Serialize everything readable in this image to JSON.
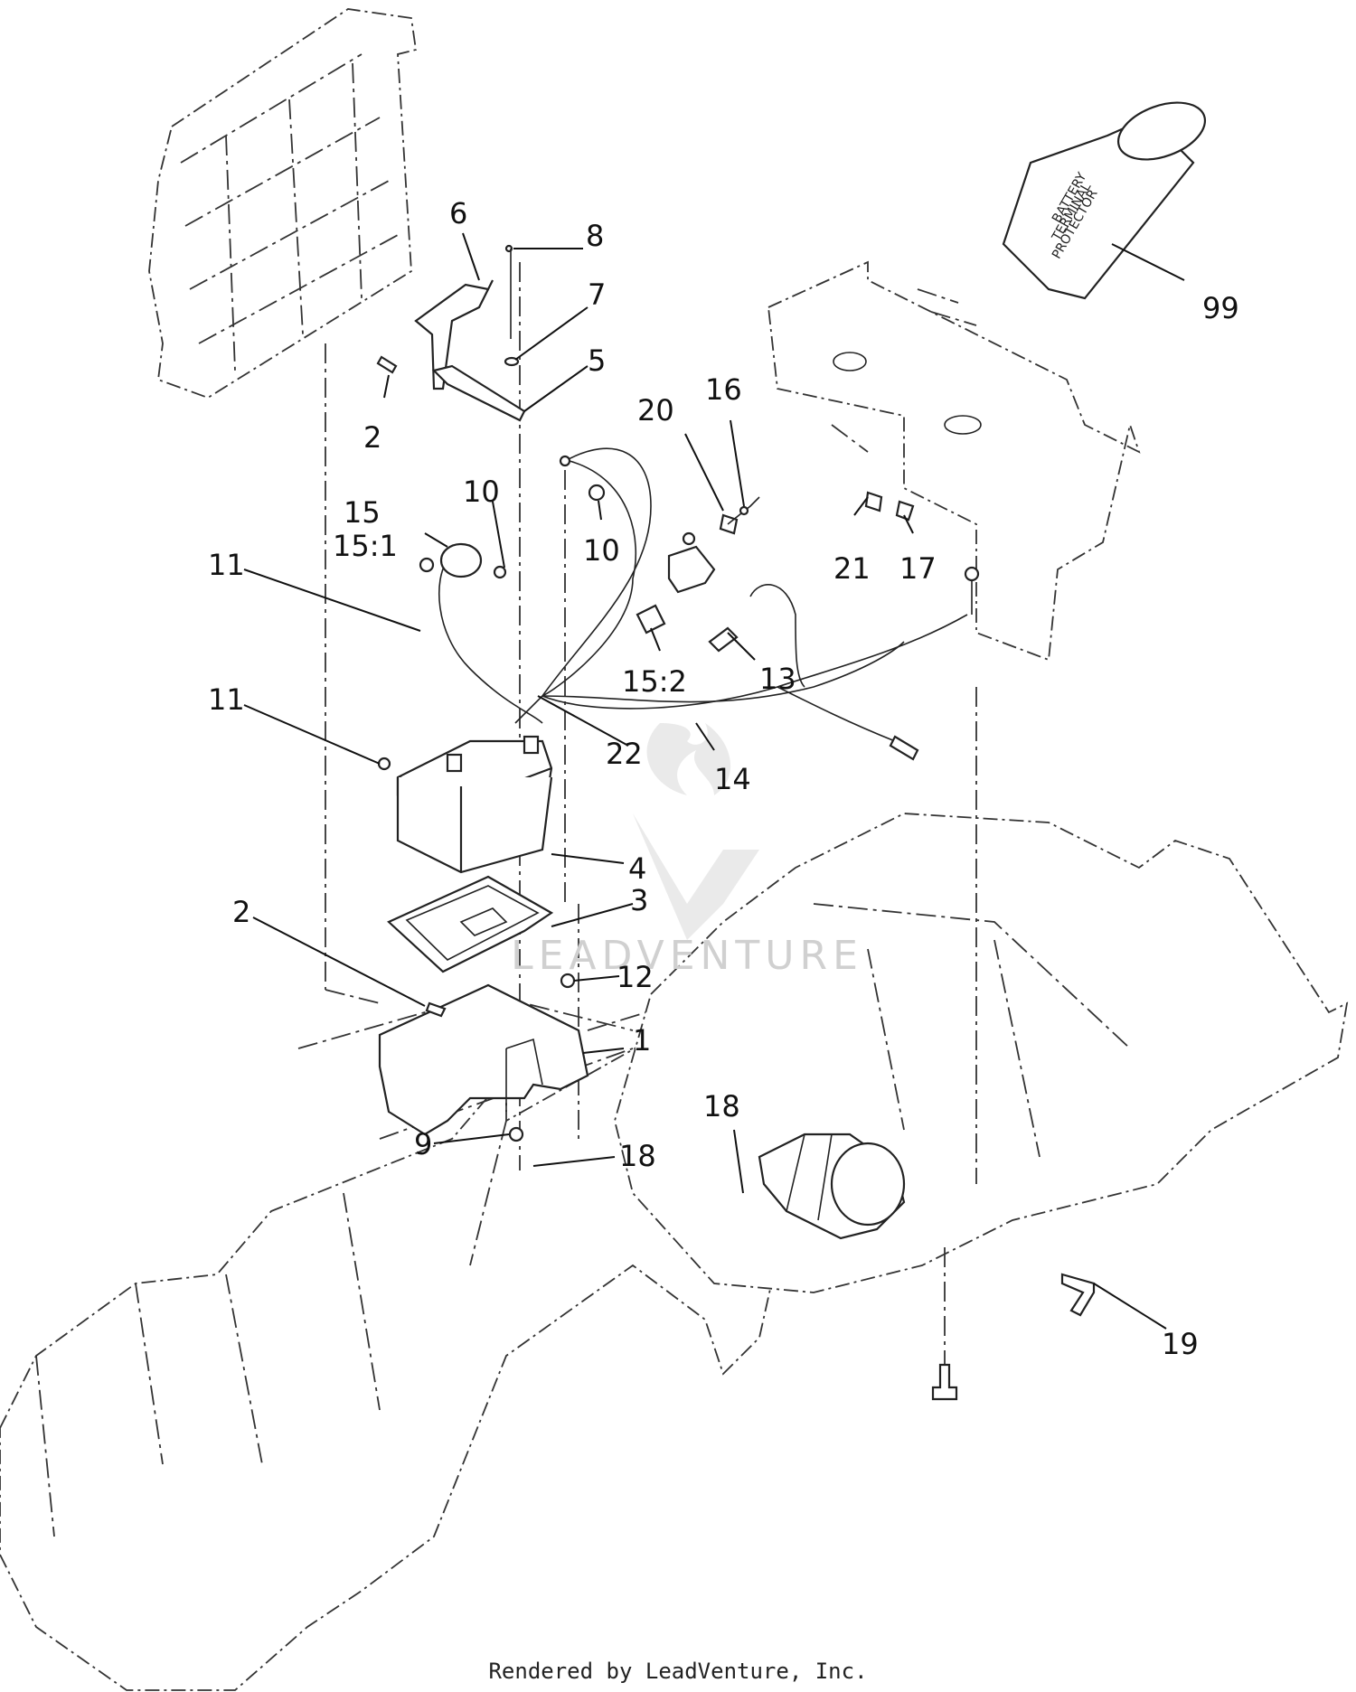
{
  "labels": {
    "l1": "1",
    "l2a": "2",
    "l2b": "2",
    "l3": "3",
    "l4": "4",
    "l5": "5",
    "l6": "6",
    "l7": "7",
    "l8": "8",
    "l9": "9",
    "l10a": "10",
    "l10b": "10",
    "l11a": "11",
    "l11b": "11",
    "l12": "12",
    "l13": "13",
    "l14": "14",
    "l15": "15",
    "l15_1": "15:1",
    "l15_2": "15:2",
    "l16": "16",
    "l17": "17",
    "l18a": "18",
    "l18b": "18",
    "l19": "19",
    "l20": "20",
    "l21": "21",
    "l22": "22",
    "l99": "99"
  },
  "can_text": [
    "BATTERY",
    "TERMINAL",
    "PROTECTOR"
  ],
  "watermark": "LEADVENTURE",
  "footer": "Rendered by LeadVenture, Inc."
}
